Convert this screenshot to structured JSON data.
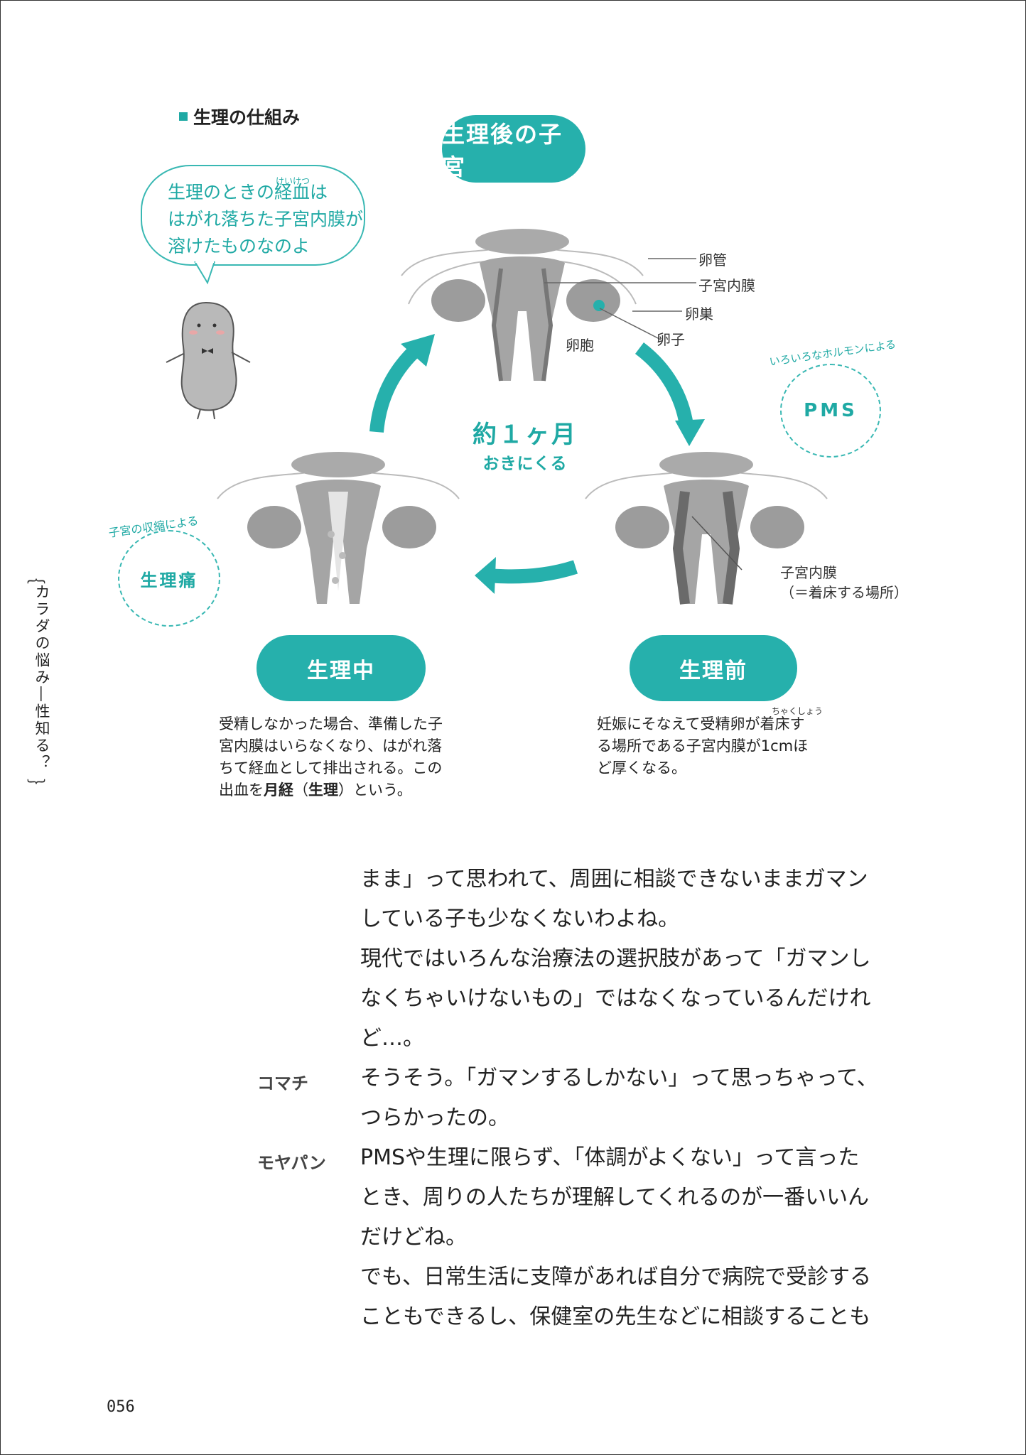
{
  "section_title": "生理の仕組み",
  "stages": {
    "after": "生理後の子宮",
    "during": "生理中",
    "before": "生理前"
  },
  "speech": {
    "line1": "生理のときの経血は",
    "furigana": "けいけつ",
    "line2": "はがれ落ちた子宮内膜が",
    "line3": "溶けたものなのよ"
  },
  "anatomy_labels": {
    "fallopian_tube": "卵管",
    "endometrium": "子宮内膜",
    "ovary": "卵巣",
    "egg": "卵子",
    "follicle": "卵胞"
  },
  "cycle": {
    "period": "約１ヶ月",
    "comes": "おきにくる"
  },
  "pms": {
    "arc_text": "いろいろなホルモンによる",
    "label": "PMS"
  },
  "pain": {
    "arc_text": "子宮の収縮による",
    "label": "生理痛"
  },
  "before_label": {
    "line1": "子宮内膜",
    "line2": "（＝着床する場所）"
  },
  "caption_during": {
    "line1": "受精しなかった場合、準備した子",
    "line2": "宮内膜はいらなくなり、はがれ落",
    "line3": "ちて経血として排出される。この",
    "line4_pre": "出血を",
    "line4_bold1": "月経",
    "line4_mid": "（",
    "line4_bold2": "生理",
    "line4_post": "）という。"
  },
  "caption_before": {
    "furigana": "ちゃくしょう",
    "line1": "妊娠にそなえて受精卵が着床す",
    "line2": "る場所である子宮内膜が1cmほ",
    "line3": "ど厚くなる。"
  },
  "side_tab": "カラダの悩み―性知る？",
  "dialogue": [
    {
      "speaker": "",
      "lines": [
        "まま」って思われて、周囲に相談できないままガマン",
        "している子も少なくないわよね。"
      ]
    },
    {
      "speaker": "",
      "lines": [
        "現代ではいろんな治療法の選択肢があって「ガマンし",
        "なくちゃいけないもの」ではなくなっているんだけれ",
        "ど…。"
      ]
    },
    {
      "speaker": "コマチ",
      "lines": [
        "そうそう。「ガマンするしかない」って思っちゃって、",
        "つらかったの。"
      ]
    },
    {
      "speaker": "モヤパン",
      "lines": [
        "PMSや生理に限らず、「体調がよくない」って言った",
        "とき、周りの人たちが理解してくれるのが一番いいん",
        "だけどね。"
      ]
    },
    {
      "speaker": "",
      "lines": [
        "でも、日常生活に支障があれば自分で病院で受診する",
        "こともできるし、保健室の先生などに相談することも"
      ]
    }
  ],
  "page_number": "056",
  "colors": {
    "accent": "#26b0ac",
    "uterus": "#9c9c9c",
    "uterus_light": "#cfcfcf"
  }
}
